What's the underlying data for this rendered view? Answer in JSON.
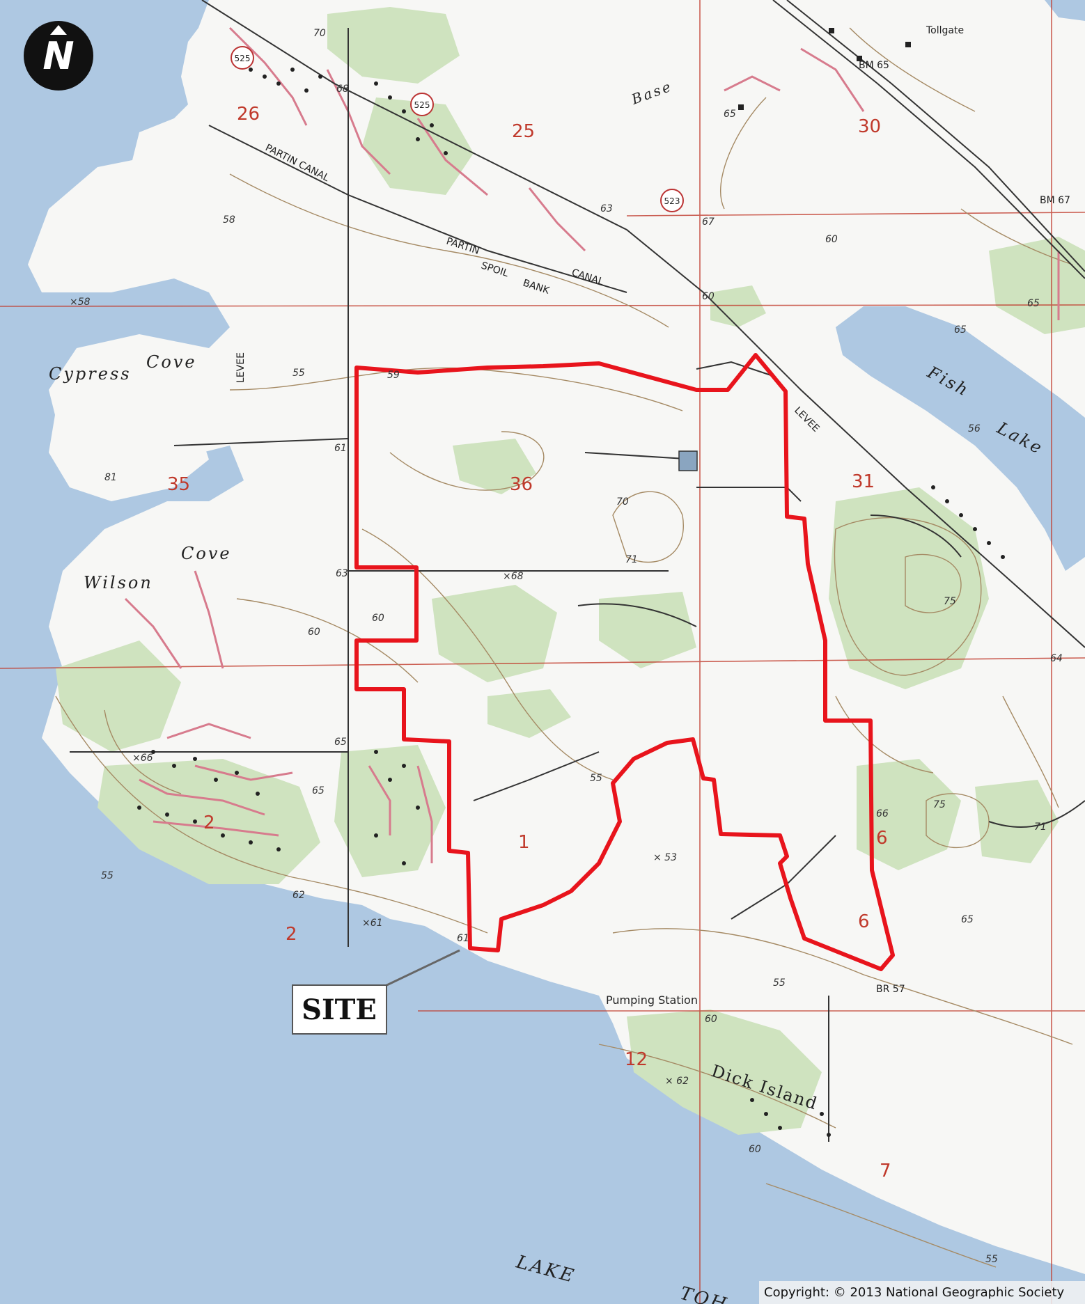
{
  "north": {
    "letter": "N"
  },
  "site_label": "SITE",
  "copyright": "Copyright: © 2013 National Geographic Society",
  "water": {
    "cypress": [
      "Cypress",
      "Cove"
    ],
    "wilson": [
      "Wilson",
      "Cove"
    ],
    "fish": [
      "Fish",
      "Lake"
    ],
    "lake": "LAKE",
    "toh": "TOH"
  },
  "features": {
    "partin_canal_1": "PARTIN CANAL",
    "partin_canal_2": "PARTIN",
    "spoil": "SPOIL",
    "bank": "BANK",
    "canal": "CANAL",
    "levee_1": "LEVEE",
    "levee_2": "LEVEE",
    "base": "Base",
    "tollgate": "Tollgate",
    "bm65": "BM 65",
    "bm67": "BM 67",
    "pumping": "Pumping Station",
    "dick_island": "Dick Island",
    "br57": "BR 57",
    "r525a": "525",
    "r525b": "525",
    "r523": "523"
  },
  "sections": {
    "s26": "26",
    "s25": "25",
    "s30": "30",
    "s35": "35",
    "s36": "36",
    "s31": "31",
    "s2a": "2",
    "s2b": "2",
    "s1": "1",
    "s6a": "6",
    "s6b": "6",
    "s12": "12",
    "s7": "7"
  },
  "elev": {
    "e70": "70",
    "e68a": "68",
    "e65a": "65",
    "e63a": "63",
    "e67": "67",
    "e60a": "60",
    "e58a": "58",
    "e58b": "×58",
    "e55a": "55",
    "e59": "59",
    "e61a": "61",
    "e81": "81",
    "e70b": "70",
    "e71": "71",
    "e68b": "×68",
    "e63b": "63",
    "e60b": "60",
    "e60c": "60",
    "e65b": "65",
    "e66": "×66",
    "e65c": "65",
    "e62": "62",
    "e61b": "×61",
    "e61c": "61",
    "e55b": "55",
    "e55c": "55",
    "e53": "× 53",
    "e60d": "60",
    "e62b": "× 62",
    "e60e": "60",
    "e55d": "55",
    "e55e": "55",
    "e65d": "65",
    "e75a": "75",
    "e75b": "75",
    "e64": "64",
    "e66b": "66",
    "e71b": "71",
    "e56": "56",
    "e65e": "65",
    "e60f": "60",
    "e65f": "65"
  }
}
